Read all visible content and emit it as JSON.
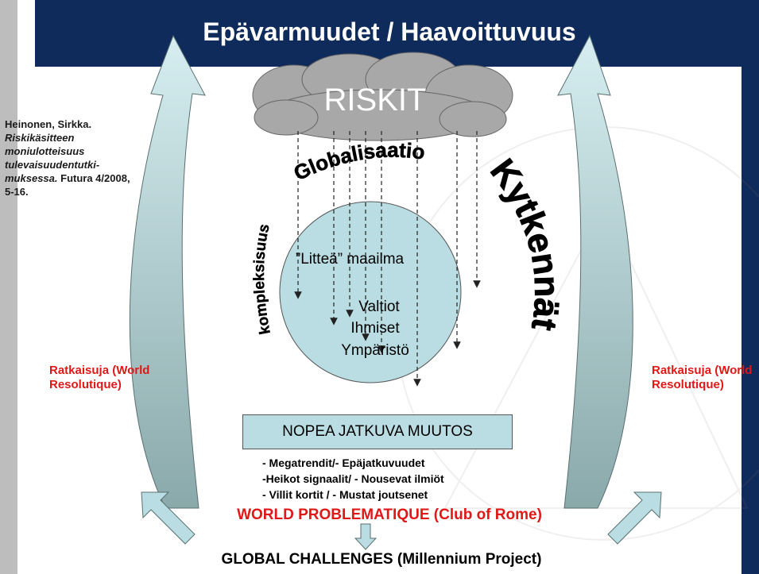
{
  "title": "Epävarmuudet / Haavoittuvuus",
  "cloud_label": "RISKIT",
  "arc_globalisaatio": "Globalisaatio",
  "arc_kytkennat": "Kytkennät",
  "arc_kompleksisuus": "kompleksisuus",
  "circle": {
    "line1": "”Litteä” maailma",
    "line2": "Valtiot",
    "line3": "Ihmiset",
    "line4": "Ympäristö"
  },
  "citation": {
    "author": "Heinonen, Sirkka.",
    "title": "Riskikäsitteen moniulotteisuus tulevaisuudentutki-muksessa.",
    "source": "Futura 4/2008, 5-16."
  },
  "resolutions": {
    "left": "Ratkaisuja (World Resolutique)",
    "right": "Ratkaisuja (World Resolutique)"
  },
  "change_box": "NOPEA JATKUVA MUUTOS",
  "bullets": [
    "- Megatrendit/- Epäjatkuvuudet",
    "-Heikot signaalit/ - Nousevat ilmiöt",
    "- Villit kortit / - Mustat joutsenet"
  ],
  "world_problematique": "WORLD PROBLEMATIQUE (Club of Rome)",
  "global_challenges": "GLOBAL CHALLENGES (Millennium Project)",
  "colors": {
    "title_band": "#0f2b5c",
    "cloud": "#a8a8a8",
    "circle": "#b9dde2",
    "arrow_fill": "#b9dde2",
    "red_text": "#e01818"
  }
}
